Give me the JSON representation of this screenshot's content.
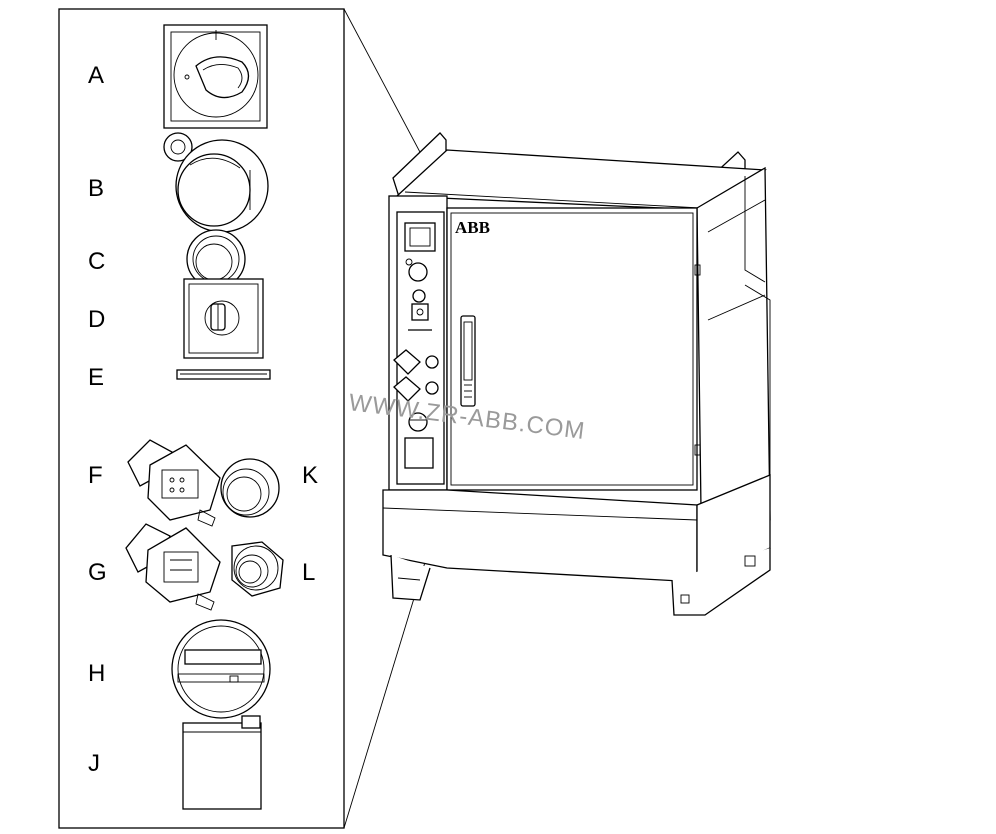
{
  "callouts": {
    "a": "A",
    "b": "B",
    "c": "C",
    "d": "D",
    "e": "E",
    "f": "F",
    "g": "G",
    "h": "H",
    "j": "J",
    "k": "K",
    "l": "L"
  },
  "cabinet": {
    "logo": "ABB"
  },
  "watermark": "WWW.ZR-ABB.COM",
  "colors": {
    "line": "#000000",
    "background": "#ffffff",
    "watermark": "#9a9a9a"
  }
}
